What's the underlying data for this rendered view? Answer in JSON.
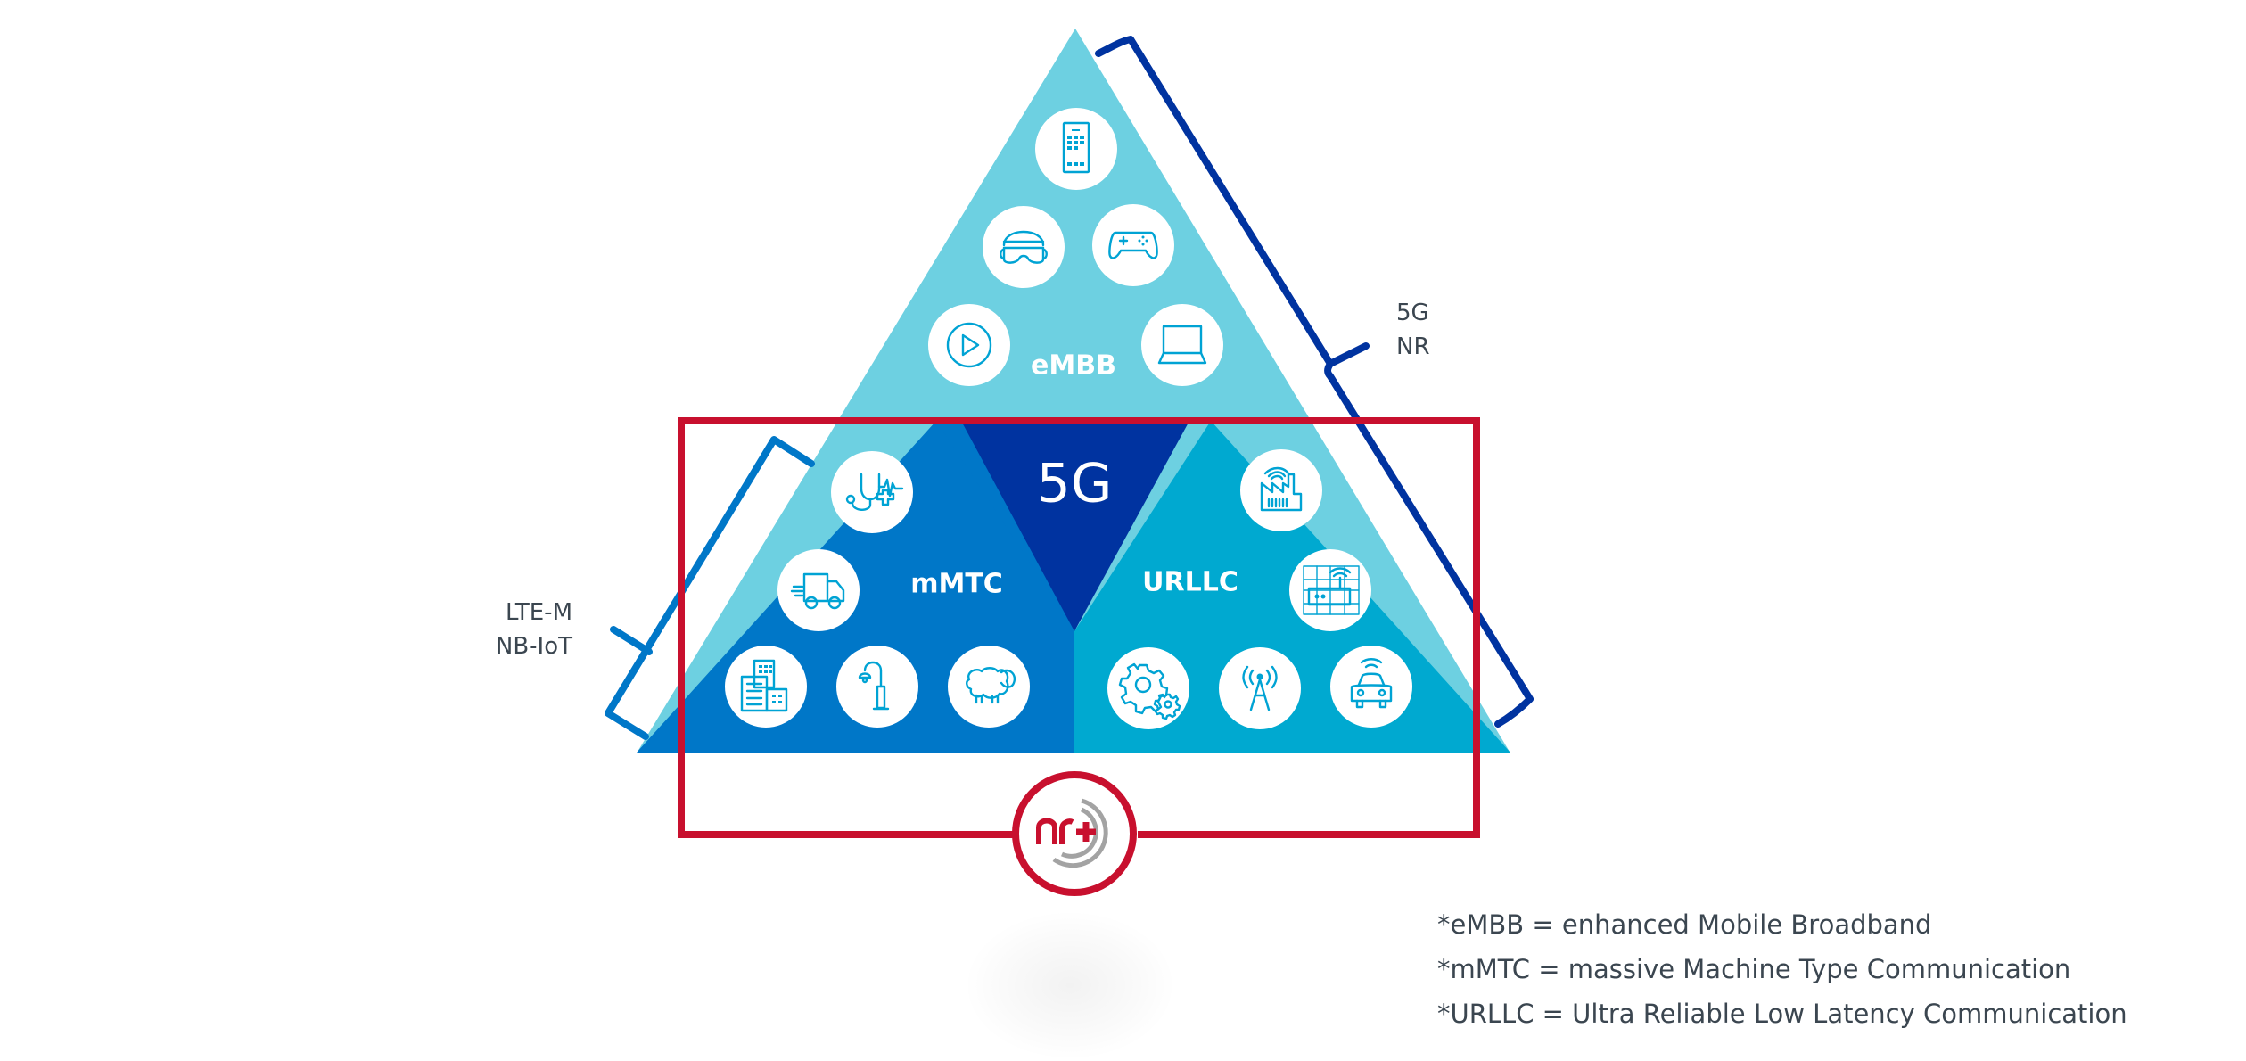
{
  "diagram": {
    "title_center": "5G",
    "segments": [
      {
        "id": "embb",
        "label": "eMBB",
        "color": "#6dd0e1",
        "icons": [
          "smartphone-icon",
          "vr-headset-icon",
          "gamepad-icon",
          "video-play-icon",
          "laptop-icon"
        ]
      },
      {
        "id": "mmtc",
        "label": "mMTC",
        "color": "#0077c8",
        "icons": [
          "health-monitor-icon",
          "delivery-truck-icon",
          "buildings-icon",
          "streetlamp-icon",
          "sheep-icon"
        ]
      },
      {
        "id": "urllc",
        "label": "URLLC",
        "color": "#00a9d0",
        "icons": [
          "smart-factory-icon",
          "wireless-router-icon",
          "gears-icon",
          "cell-tower-icon",
          "connected-car-icon"
        ]
      }
    ],
    "center_color": "#0033a0",
    "brackets": [
      {
        "label_lines": [
          "5G",
          "NR"
        ],
        "color": "#0033a0"
      },
      {
        "label_lines": [
          "LTE-M",
          "NB-IoT"
        ],
        "color": "#0077c8"
      }
    ],
    "highlight_box_color": "#c8102e",
    "logo": {
      "text": "nr+",
      "name": "nr-plus-logo",
      "primary_color": "#c8102e",
      "secondary_color": "#a3a3a3"
    }
  },
  "footnotes": [
    "*eMBB = enhanced Mobile Broadband",
    "*mMTC = massive Machine Type Communication",
    "*URLLC = Ultra Reliable Low Latency Communication"
  ]
}
